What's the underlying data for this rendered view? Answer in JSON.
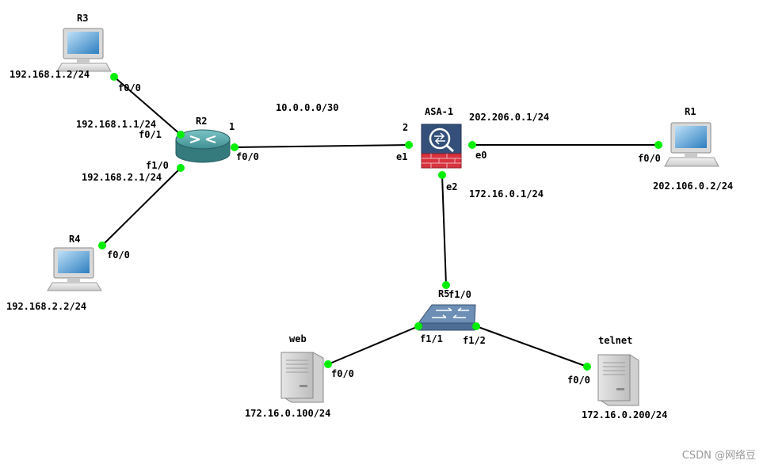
{
  "devices": {
    "r3": {
      "name": "R3",
      "ip": "192.168.1.2/24",
      "port": "f0/0"
    },
    "r4": {
      "name": "R4",
      "ip": "192.168.2.2/24",
      "port": "f0/0"
    },
    "r1": {
      "name": "R1",
      "ip": "202.106.0.2/24",
      "port": "f0/0"
    },
    "r2": {
      "name": "R2",
      "f0_1_ip": "192.168.1.1/24",
      "f0_1": "f0/1",
      "f1_0": "f1/0",
      "f1_0_ip": "192.168.2.1/24",
      "f0_0": "f0/0",
      "link_no": "1"
    },
    "asa": {
      "name": "ASA-1",
      "e0": "e0",
      "e0_ip": "202.206.0.1/24",
      "e1": "e1",
      "e1_no": "2",
      "e2": "e2",
      "e2_ip": "172.16.0.1/24"
    },
    "r5": {
      "name": "R5",
      "f1_0": "f1/0",
      "f1_1": "f1/1",
      "f1_2": "f1/2"
    },
    "web": {
      "name": "web",
      "ip": "172.16.0.100/24",
      "port": "f0/0"
    },
    "telnet": {
      "name": "telnet",
      "ip": "172.16.0.200/24",
      "port": "f0/0"
    }
  },
  "network_label": "10.0.0.0/30",
  "watermark": "CSDN @网络豆",
  "colors": {
    "port": "#00ee00",
    "router": "#3f8f92",
    "firewall_top": "#34507a",
    "firewall_wall": "#d8333f",
    "switch": "#6d8fb5"
  }
}
